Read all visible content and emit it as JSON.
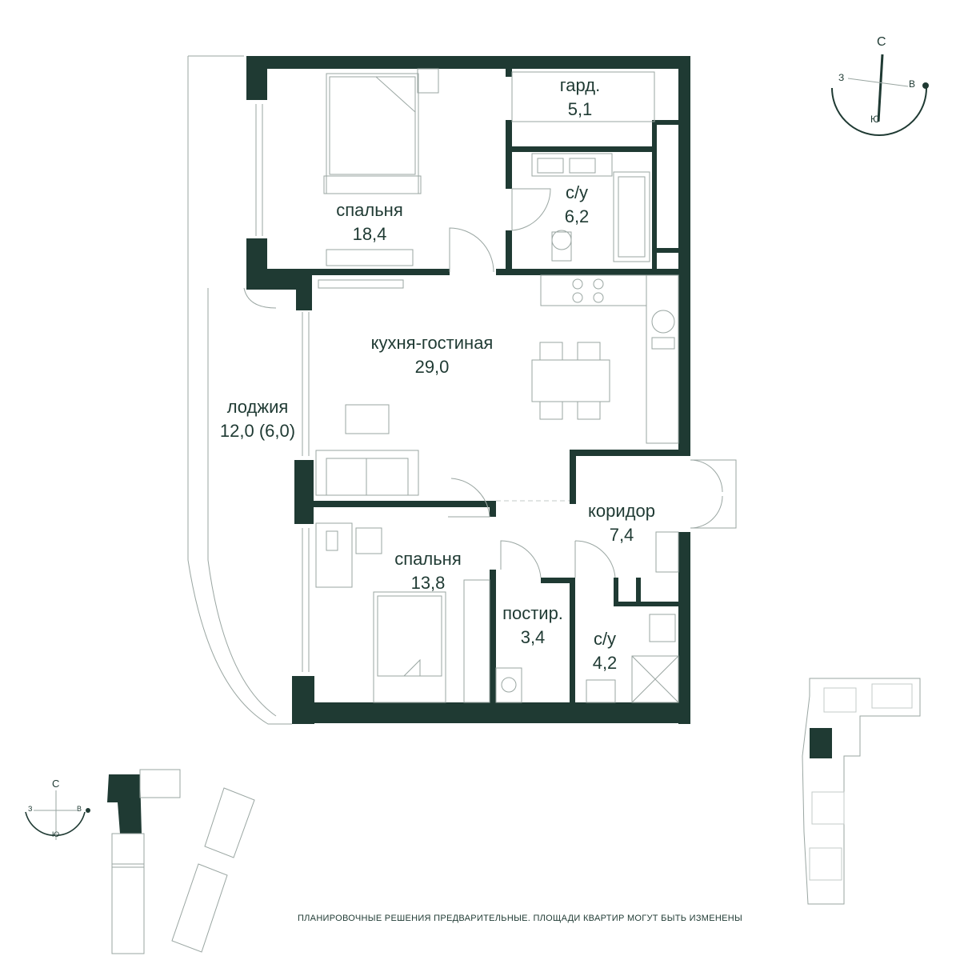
{
  "rooms": {
    "bedroom1": {
      "name": "спальня",
      "area": "18,4"
    },
    "wardrobe": {
      "name": "гард.",
      "area": "5,1"
    },
    "bathroom1": {
      "name": "с/у",
      "area": "6,2"
    },
    "kitchen_living": {
      "name": "кухня-гостиная",
      "area": "29,0"
    },
    "loggia": {
      "name": "лоджия",
      "area": "12,0 (6,0)"
    },
    "bedroom2": {
      "name": "спальня",
      "area": "13,8"
    },
    "corridor": {
      "name": "коридор",
      "area": "7,4"
    },
    "laundry": {
      "name": "постир.",
      "area": "3,4"
    },
    "bathroom2": {
      "name": "с/у",
      "area": "4,2"
    }
  },
  "compass_large": {
    "north": "С",
    "west": "З",
    "east": "В",
    "south": "Ю"
  },
  "compass_small": {
    "north": "С",
    "west": "З",
    "east": "В",
    "south": "Ю"
  },
  "disclaimer": "ПЛАНИРОВОЧНЫЕ РЕШЕНИЯ ПРЕДВАРИТЕЛЬНЫЕ. ПЛОЩАДИ КВАРТИР МОГУТ БЫТЬ ИЗМЕНЕНЫ",
  "colors": {
    "wall": "#1f3a33",
    "furniture": "#9aa6a2",
    "highlight": "#1f3a33"
  }
}
